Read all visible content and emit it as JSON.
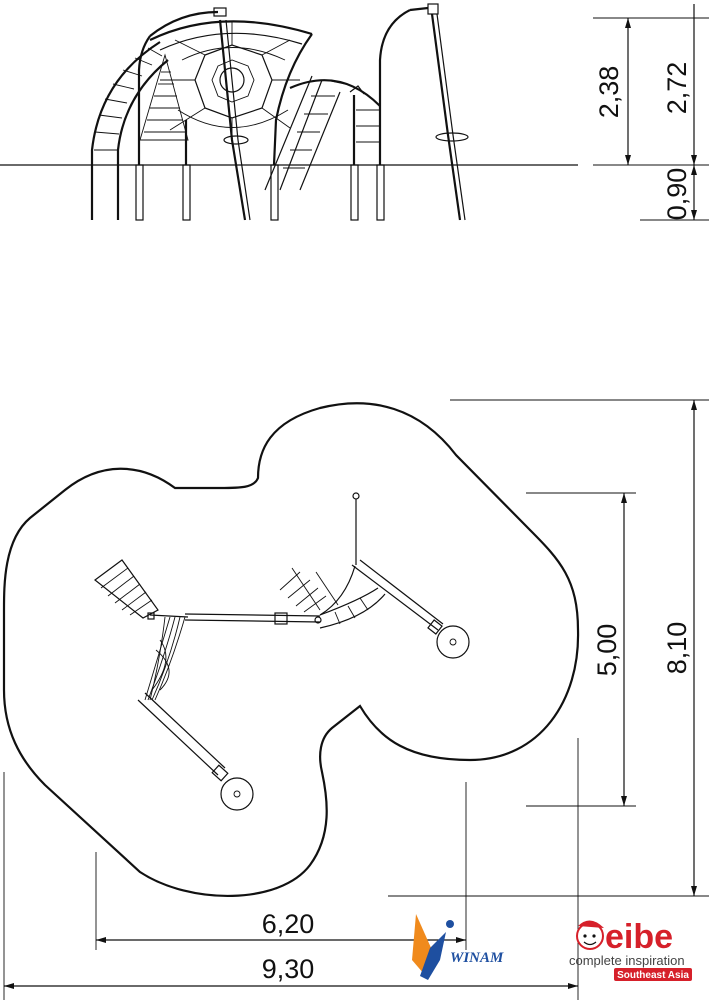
{
  "elevation_view": {
    "dimensions": {
      "height_above_ground": "2,38",
      "total_height": "2,72",
      "foundation_depth": "0,90"
    }
  },
  "plan_view": {
    "dimensions": {
      "equipment_depth": "5,00",
      "safety_zone_depth": "8,10",
      "equipment_width": "6,20",
      "safety_zone_width": "9,30"
    }
  },
  "logos": {
    "winam": {
      "text": "WINAM",
      "color": "#1e4fa0",
      "accent": "#f08a1c"
    },
    "eibe": {
      "name": "eibe",
      "tagline": "complete inspiration",
      "region": "Southeast Asia",
      "color": "#d6202a"
    }
  }
}
